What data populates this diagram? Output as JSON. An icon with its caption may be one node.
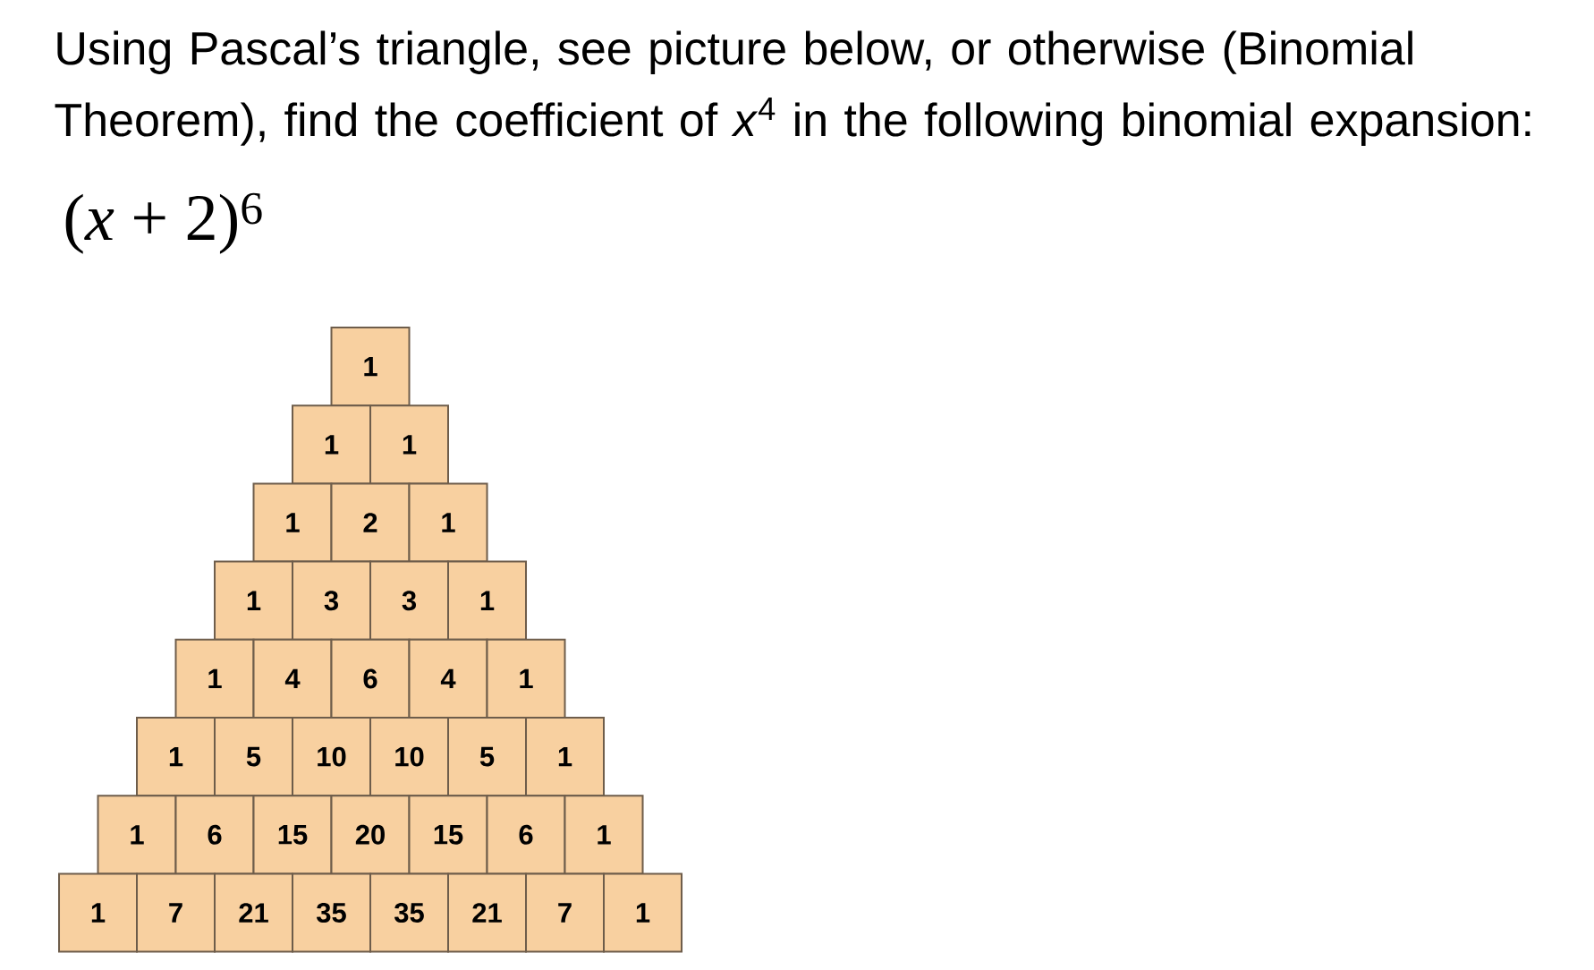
{
  "diagram": {
    "nodes": [
      {
        "text": [
          "1"
        ]
      },
      {
        "text": [
          "1"
        ]
      },
      {
        "text": [
          "1"
        ]
      },
      {
        "text": [
          "1"
        ]
      },
      {
        "text": [
          "2"
        ]
      },
      {
        "text": [
          "1"
        ]
      },
      {
        "text": [
          "1"
        ]
      },
      {
        "text": [
          "3"
        ]
      },
      {
        "text": [
          "3"
        ]
      },
      {
        "text": [
          "1"
        ]
      },
      {
        "text": [
          "1"
        ]
      },
      {
        "text": [
          "4"
        ]
      },
      {
        "text": [
          "6"
        ]
      },
      {
        "text": [
          "4"
        ]
      },
      {
        "text": [
          "1"
        ]
      },
      {
        "text": [
          "1"
        ]
      },
      {
        "text": [
          "5"
        ]
      },
      {
        "text": [
          "10"
        ]
      },
      {
        "text": [
          "10"
        ]
      },
      {
        "text": [
          "5"
        ]
      },
      {
        "text": [
          "1"
        ]
      },
      {
        "text": [
          "1"
        ]
      },
      {
        "text": [
          "6"
        ]
      },
      {
        "text": [
          "15"
        ]
      },
      {
        "text": [
          "20"
        ]
      },
      {
        "text": [
          "15"
        ]
      },
      {
        "text": [
          "6"
        ]
      },
      {
        "text": [
          "1"
        ]
      },
      {
        "text": [
          "1"
        ]
      },
      {
        "text": [
          "7"
        ]
      },
      {
        "text": [
          "21"
        ]
      },
      {
        "text": [
          "35"
        ]
      },
      {
        "text": [
          "35"
        ]
      },
      {
        "text": [
          "21"
        ]
      },
      {
        "text": [
          "7"
        ]
      },
      {
        "text": [
          "1"
        ]
      }
    ],
    "labels": [
      "Using Pascal’s triangle, see picture below, or otherwise (Binomial Theorem), find the coefficient of *x*$^{4}$ in the following binomial expansion:",
      "(*x* + 2)$^{6}$"
    ]
  }
}
